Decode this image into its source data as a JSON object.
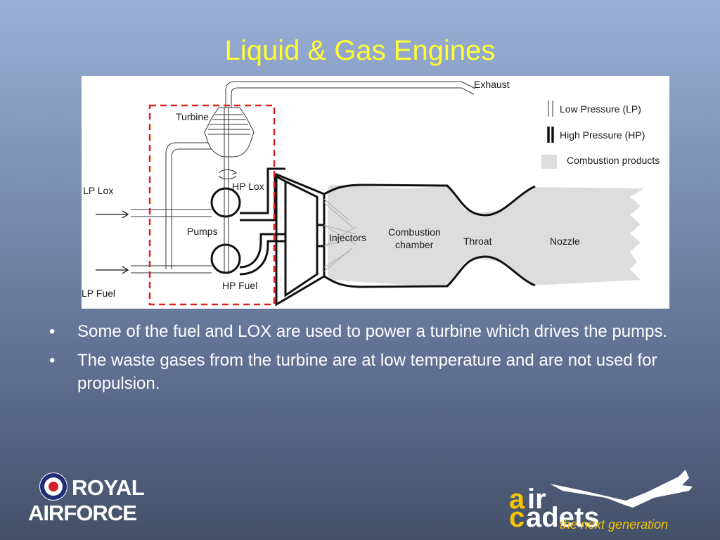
{
  "slide": {
    "title": "Liquid & Gas Engines"
  },
  "diagram": {
    "labels": {
      "exhaust": "Exhaust",
      "turbine": "Turbine",
      "lp_lox": "LP Lox",
      "hp_lox": "HP Lox",
      "pumps": "Pumps",
      "hp_fuel": "HP Fuel",
      "lp_fuel": "LP Fuel",
      "injectors": "Injectors",
      "combustion_line1": "Combustion",
      "combustion_line2": "chamber",
      "throat": "Throat",
      "nozzle": "Nozzle"
    },
    "legend": {
      "low_pressure": "Low Pressure (LP)",
      "high_pressure": "High  Pressure (HP)",
      "combustion_products": "Combustion products"
    },
    "colors": {
      "highlight_box": "#e02020",
      "combustion_fill": "#dddddd"
    }
  },
  "bullets": [
    {
      "marker": "•",
      "text": "Some of the fuel and LOX are used to power a turbine which drives the pumps."
    },
    {
      "marker": "•",
      "text": "The waste gases from the turbine are at low temperature and are not used for propulsion."
    }
  ],
  "logos": {
    "raf": {
      "line1": "ROYAL",
      "line2": "AIRFORCE"
    },
    "air_cadets": {
      "a": "a",
      "ir": "ir",
      "c": "c",
      "adets": "adets",
      "tagline": "the next generation"
    }
  },
  "theme": {
    "title_color": "#ffff33",
    "text_color": "#ffffff",
    "cadets_yellow": "#f5c400"
  }
}
